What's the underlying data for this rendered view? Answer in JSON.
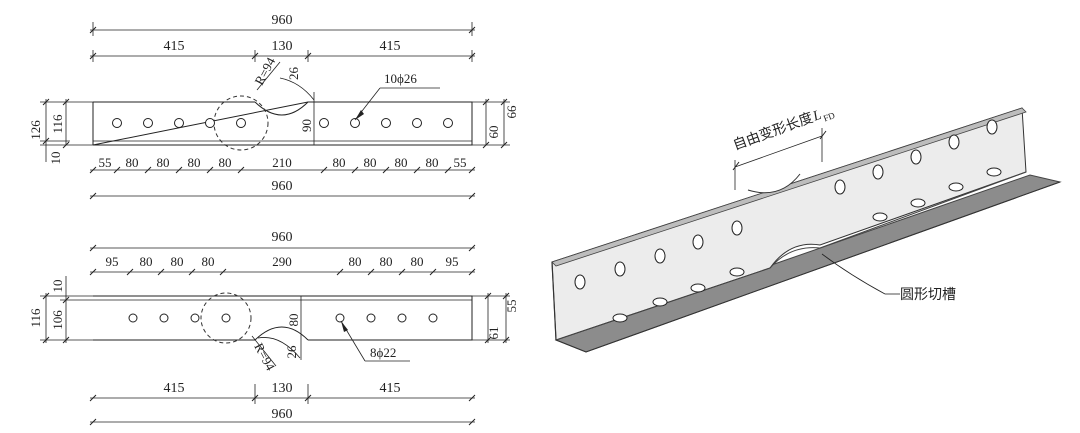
{
  "top_view": {
    "overall_top": "960",
    "seg_left": "415",
    "seg_mid": "130",
    "seg_right": "415",
    "radius": "R=94",
    "notch_depth": "26",
    "hole_label": "10ϕ26",
    "left_h_outer": "126",
    "left_h_inner": "116",
    "left_h_bottom": "10",
    "notch_remain": "90",
    "right_h_inner": "60",
    "right_h_outer": "66",
    "spacing": [
      "55",
      "80",
      "80",
      "80",
      "80",
      "210",
      "80",
      "80",
      "80",
      "80",
      "55"
    ],
    "overall_bottom": "960"
  },
  "bottom_view": {
    "overall_top": "960",
    "spacing": [
      "95",
      "80",
      "80",
      "80",
      "290",
      "80",
      "80",
      "80",
      "95"
    ],
    "left_h_outer": "116",
    "left_h_inner": "106",
    "left_h_top": "10",
    "notch_remain": "80",
    "notch_depth": "26",
    "radius": "R=94",
    "hole_label": "8ϕ22",
    "right_h_inner": "55",
    "right_h_outer": "61",
    "seg_left": "415",
    "seg_mid": "130",
    "seg_right": "415",
    "overall_bottom": "960"
  },
  "iso_view": {
    "free_length_label": "自由变形长度",
    "free_length_symbol": "L",
    "free_length_sub": "FD",
    "groove_label": "圆形切槽"
  },
  "colors": {
    "line": "#222222",
    "face_light": "#ececec",
    "face_dark": "#8c8c8c",
    "edge": "#555555"
  }
}
